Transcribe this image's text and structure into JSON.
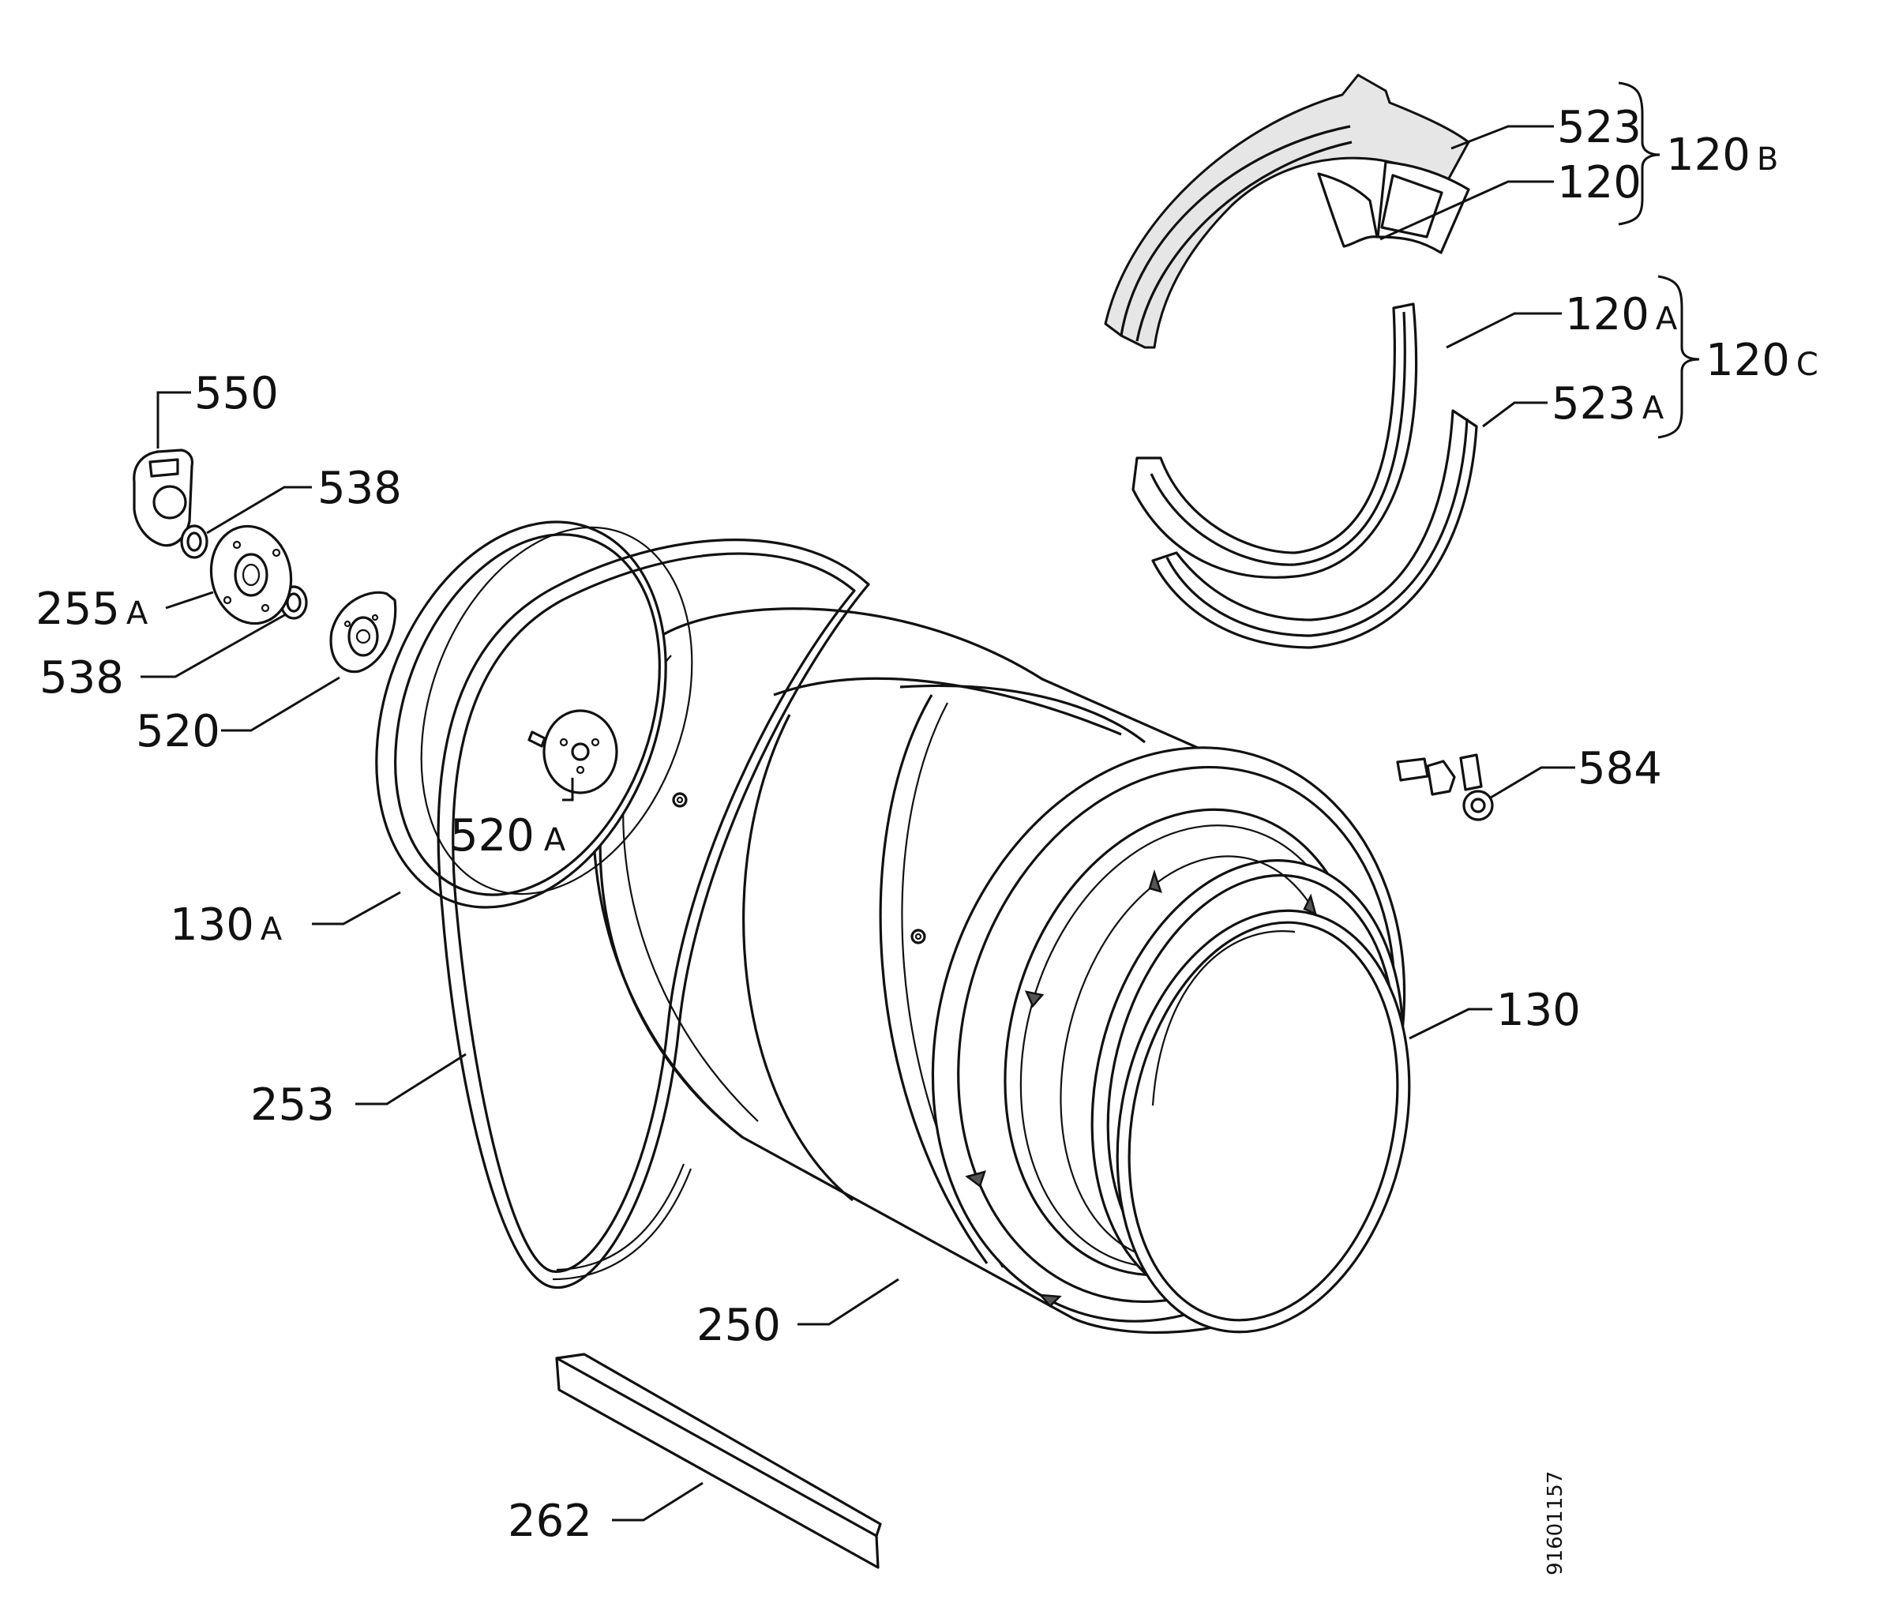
{
  "diagram": {
    "doc_id": "91601157",
    "callouts": [
      {
        "key": "c550",
        "num": "550",
        "sfx": ""
      },
      {
        "key": "c538a",
        "num": "538",
        "sfx": ""
      },
      {
        "key": "c255a",
        "num": "255",
        "sfx": "A"
      },
      {
        "key": "c538b",
        "num": "538",
        "sfx": ""
      },
      {
        "key": "c520",
        "num": "520",
        "sfx": ""
      },
      {
        "key": "c520a",
        "num": "520",
        "sfx": "A"
      },
      {
        "key": "c130a",
        "num": "130",
        "sfx": "A"
      },
      {
        "key": "c253",
        "num": "253",
        "sfx": ""
      },
      {
        "key": "c250",
        "num": "250",
        "sfx": ""
      },
      {
        "key": "c262",
        "num": "262",
        "sfx": ""
      },
      {
        "key": "c130",
        "num": "130",
        "sfx": ""
      },
      {
        "key": "c584",
        "num": "584",
        "sfx": ""
      },
      {
        "key": "c523",
        "num": "523",
        "sfx": ""
      },
      {
        "key": "c120",
        "num": "120",
        "sfx": ""
      },
      {
        "key": "c120b",
        "num": "120",
        "sfx": "B"
      },
      {
        "key": "c120a",
        "num": "120",
        "sfx": "A"
      },
      {
        "key": "c120c",
        "num": "120",
        "sfx": "C"
      },
      {
        "key": "c523a",
        "num": "523",
        "sfx": "A"
      }
    ]
  }
}
